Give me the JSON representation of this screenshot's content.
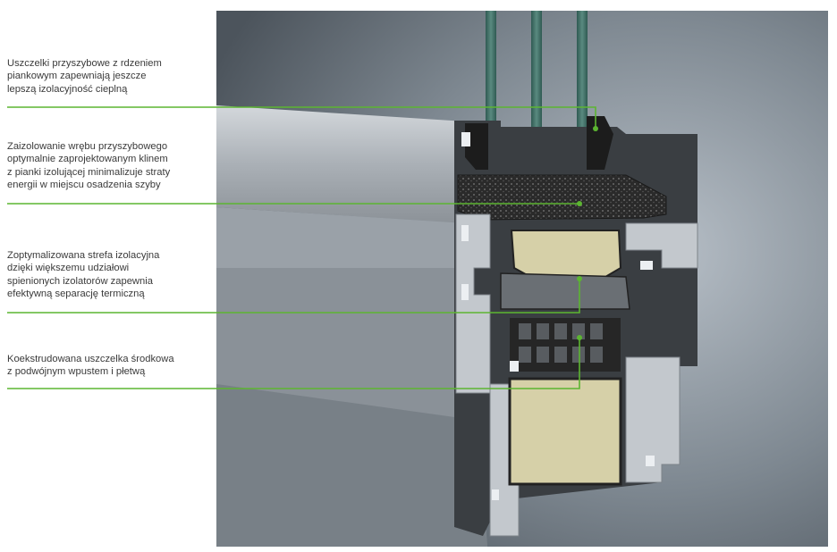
{
  "callouts": [
    {
      "lines": [
        "Uszczelki przyszybowe z rdzeniem",
        "piankowym zapewniają jeszcze",
        "lepszą izolacyjność cieplną"
      ]
    },
    {
      "lines": [
        "Zaizolowanie wrębu przyszybowego",
        "optymalnie zaprojektowanym klinem",
        "z pianki izolującej minimalizuje straty",
        "energii w miejscu osadzenia szyby"
      ]
    },
    {
      "lines": [
        "Zoptymalizowana strefa izolacyjna",
        "dzięki większemu udziałowi",
        "spienionych izolatorów zapewnia",
        "efektywną separację termiczną"
      ]
    },
    {
      "lines": [
        "Koekstrudowana uszczelka środkowa",
        "z podwójnym wpustem i płetwą"
      ]
    }
  ],
  "colors": {
    "leader_line": "#5cb531",
    "callout_text": "#3a3a3a",
    "backdrop": "#6b7680",
    "aluminium": "#b9bec4",
    "insulation_foam": "#d6d0a8",
    "seal_black": "#222222",
    "glass": "#3f6b62"
  }
}
